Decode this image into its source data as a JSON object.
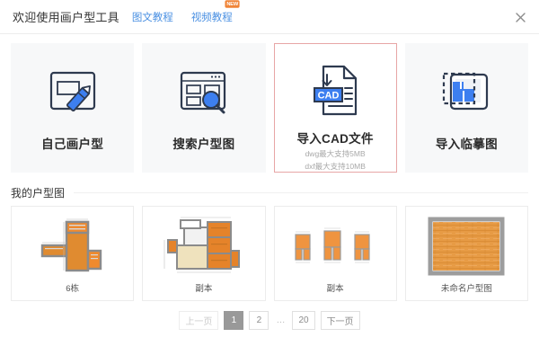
{
  "header": {
    "title": "欢迎使用画户型工具",
    "links": [
      {
        "label": "图文教程",
        "badge": null
      },
      {
        "label": "视频教程",
        "badge": "NEW"
      }
    ],
    "close_icon": "close-icon"
  },
  "cards": [
    {
      "label": "自己画户型",
      "icon": "draw-floorplan-icon",
      "sub1": "",
      "sub2": "",
      "selected": false
    },
    {
      "label": "搜索户型图",
      "icon": "search-floorplan-icon",
      "sub1": "",
      "sub2": "",
      "selected": false
    },
    {
      "label": "导入CAD文件",
      "icon": "cad-file-icon",
      "sub1": "dwg最大支持5MB",
      "sub2": "dxf最大支持10MB",
      "selected": true
    },
    {
      "label": "导入临摹图",
      "icon": "import-tracing-image-icon",
      "sub1": "",
      "sub2": "",
      "selected": false
    }
  ],
  "section": {
    "title": "我的户型图"
  },
  "thumbnails": [
    {
      "label": "6栋",
      "preview": "floorplan-t-shape"
    },
    {
      "label": "副本",
      "preview": "floorplan-rooms"
    },
    {
      "label": "副本",
      "preview": "floorplan-three-units"
    },
    {
      "label": "未命名户型图",
      "preview": "wood-texture-square"
    }
  ],
  "pagination": {
    "prev": "上一页",
    "pages": [
      "1",
      "2"
    ],
    "ellipsis": "…",
    "last": "20",
    "next": "下一页",
    "active": "1"
  },
  "colors": {
    "link_blue": "#4a90e2",
    "badge_orange": "#f08437",
    "selected_border": "#e7a6a6",
    "card_bg": "#f7f8f9",
    "icon_navy": "#2e3a4f",
    "icon_blue": "#3d7ff0",
    "wood_orange": "#e08b30",
    "active_page_bg": "#999999"
  }
}
